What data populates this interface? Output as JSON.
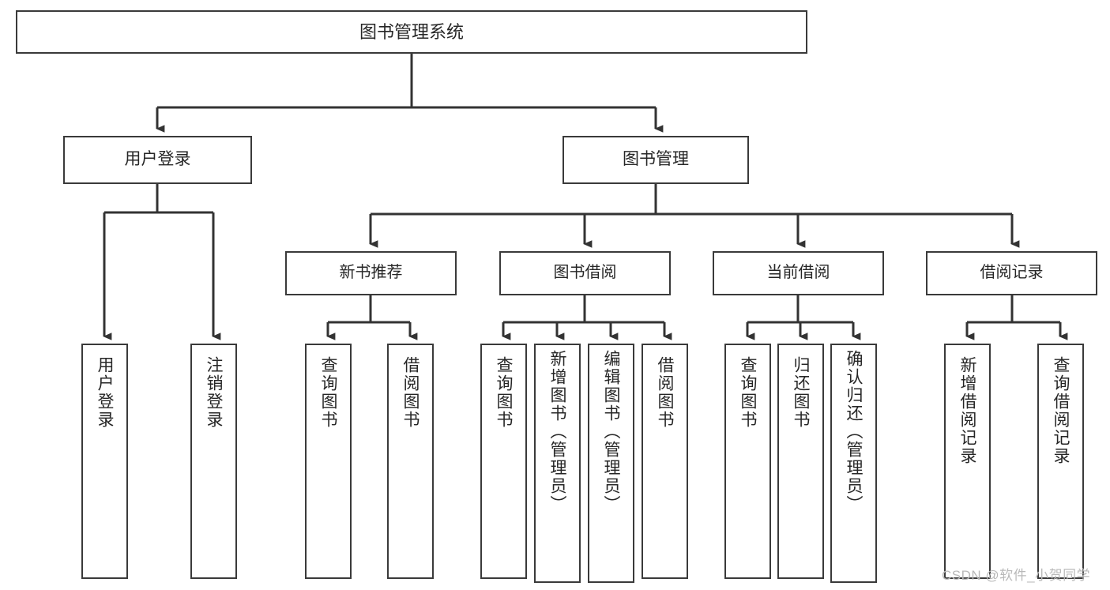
{
  "diagram": {
    "type": "tree-hierarchy-function-structure",
    "root": {
      "label": "图书管理系统"
    },
    "level2": [
      {
        "label": "用户登录"
      },
      {
        "label": "图书管理"
      }
    ],
    "level3": [
      {
        "label": "新书推荐"
      },
      {
        "label": "图书借阅"
      },
      {
        "label": "当前借阅"
      },
      {
        "label": "借阅记录"
      }
    ],
    "leaves_user_login": [
      {
        "label": "用户登录"
      },
      {
        "label": "注销登录"
      }
    ],
    "leaves_new_book": [
      {
        "label": "查询图书"
      },
      {
        "label": "借阅图书"
      }
    ],
    "leaves_borrow": [
      {
        "label": "查询图书"
      },
      {
        "label": "新增图书（管理员）"
      },
      {
        "label": "编辑图书（管理员）"
      },
      {
        "label": "借阅图书"
      }
    ],
    "leaves_current": [
      {
        "label": "查询图书"
      },
      {
        "label": "归还图书"
      },
      {
        "label": "确认归还（管理员）"
      }
    ],
    "leaves_records": [
      {
        "label": "新增借阅记录"
      },
      {
        "label": "查询借阅记录"
      }
    ]
  },
  "watermark": {
    "text": "CSDN @软件_小贺同学"
  },
  "colors": {
    "box_border": "#3a3a3a",
    "box_fill": "#ffffff",
    "connector": "#333333",
    "text": "#262626",
    "watermark": "#b9b9b9",
    "background": "#ffffff"
  }
}
